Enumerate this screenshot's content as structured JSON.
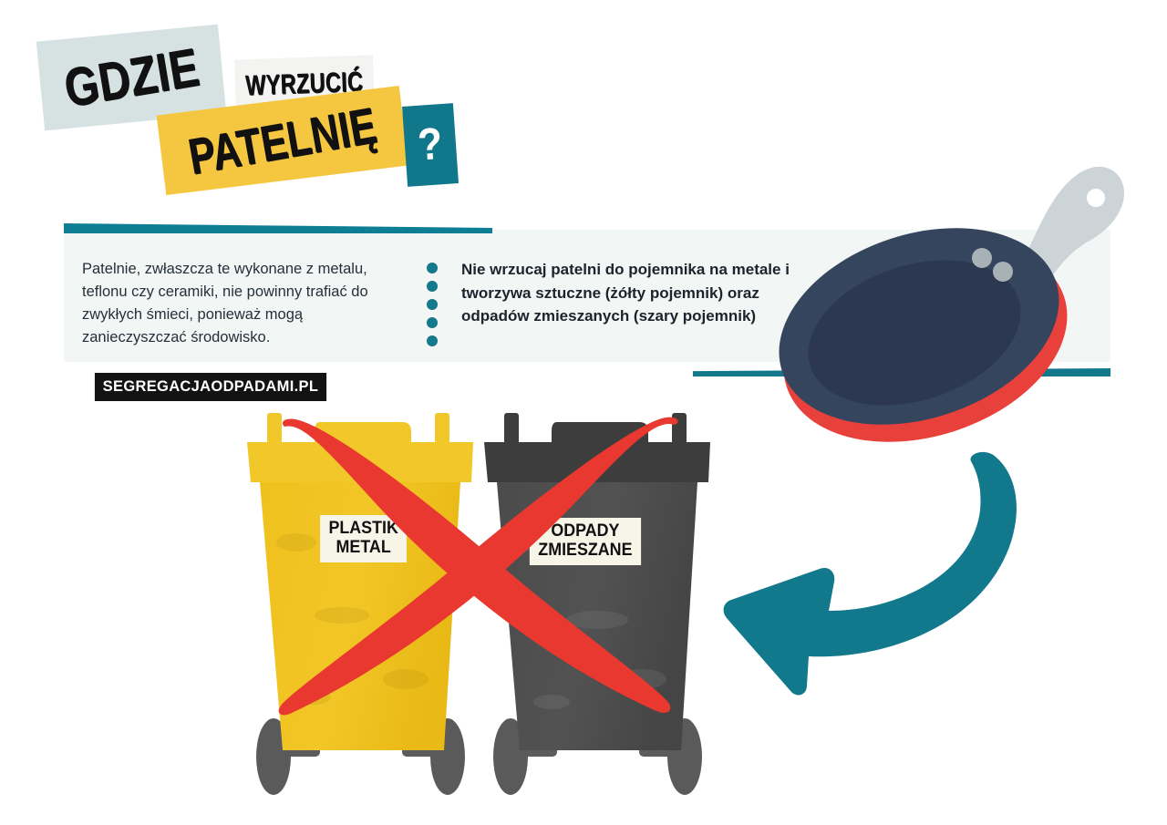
{
  "title": {
    "word1": "GDZIE",
    "word2": "WYRZUCIĆ",
    "word3": "PATELNIĘ",
    "question_mark": "?"
  },
  "banner": {
    "text_left": "Patelnie, zwłaszcza te wykonane z metalu, teflonu czy ceramiki, nie powinny trafiać do zwykłych śmieci, ponieważ mogą zanieczyszczać środowisko.",
    "text_right": "Nie wrzucaj patelni do pojemnika na metale i tworzywa sztuczne (żółty pojemnik) oraz odpadów zmieszanych (szary pojemnik)",
    "bullet_count": 5
  },
  "url_badge": "SEGREGACJAODPADAMI.PL",
  "bins": [
    {
      "id": "yellow",
      "label_line1": "PLASTIK",
      "label_line2": "METAL",
      "color": "#f0c020",
      "crossed_out": true
    },
    {
      "id": "gray",
      "label_line1": "ODPADY",
      "label_line2": "ZMIESZANE",
      "color": "#4d4d4d",
      "crossed_out": true
    }
  ],
  "colors": {
    "teal": "#12788c",
    "yellow": "#f5c63f",
    "red": "#e8382f",
    "bin_yellow": "#f0c020",
    "bin_gray": "#4d4d4d",
    "pan_navy": "#36455e",
    "pan_red": "#e8413c",
    "pan_handle": "#ccd4d8",
    "panel_bg": "#f2f6f5",
    "tag_gray": "#d6e2e2",
    "label_cream": "#f7f4e8",
    "badge_black": "#131313"
  },
  "pan": {
    "description": "frying-pan",
    "handle_hole": true,
    "rivets": 2
  },
  "arrow": {
    "direction": "left",
    "style": "curved"
  }
}
